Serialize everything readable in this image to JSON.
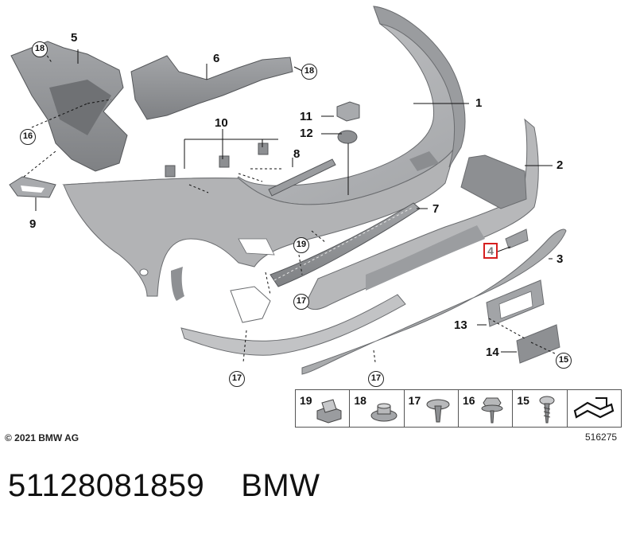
{
  "callouts": {
    "p1": "1",
    "p2": "2",
    "p3": "3",
    "p4": "4",
    "p5": "5",
    "p6": "6",
    "p7": "7",
    "p8": "8",
    "p9": "9",
    "p10": "10",
    "p11": "11",
    "p12": "12",
    "p13": "13",
    "p14": "14",
    "c15": "15",
    "c16": "16",
    "c17": "17",
    "c18": "18",
    "c19": "19"
  },
  "legend": [
    {
      "num": "19",
      "icon": "clip-nut-icon"
    },
    {
      "num": "18",
      "icon": "flange-nut-icon"
    },
    {
      "num": "17",
      "icon": "plastic-rivet-icon"
    },
    {
      "num": "16",
      "icon": "hex-screw-washer-icon"
    },
    {
      "num": "15",
      "icon": "self-tapping-screw-icon"
    },
    {
      "num": "",
      "icon": "body-panel-pointer-icon"
    }
  ],
  "footer": {
    "copyright": "© 2021 BMW AG",
    "reference": "516275",
    "part_number": "51128081859",
    "brand": "BMW"
  },
  "colors": {
    "part_fill": "#b9babc",
    "part_dark": "#8d8f92",
    "outline": "#6a6c6f",
    "highlight": "#d62020"
  }
}
